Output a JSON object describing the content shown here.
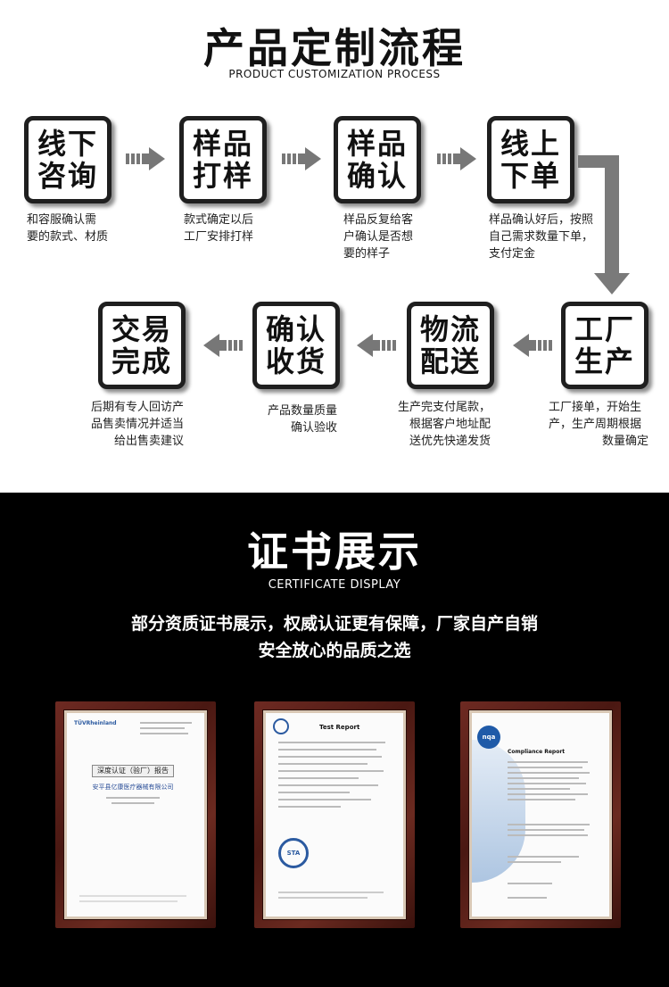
{
  "process": {
    "title": "产品定制流程",
    "subtitle": "PRODUCT CUSTOMIZATION PROCESS",
    "steps": [
      {
        "line1": "线下",
        "line2": "咨询",
        "desc": [
          "和容服确认需",
          "要的款式、材质"
        ]
      },
      {
        "line1": "样品",
        "line2": "打样",
        "desc": [
          "款式确定以后",
          "工厂安排打样"
        ]
      },
      {
        "line1": "样品",
        "line2": "确认",
        "desc": [
          "样品反复给客",
          "户确认是否想",
          "要的样子"
        ]
      },
      {
        "line1": "线上",
        "line2": "下单",
        "desc": [
          "样品确认好后，按照",
          "自己需求数量下单，",
          "支付定金"
        ]
      },
      {
        "line1": "工厂",
        "line2": "生产",
        "desc": [
          "工厂接单，开始生",
          "产，生产周期根据",
          "数量确定"
        ]
      },
      {
        "line1": "物流",
        "line2": "配送",
        "desc": [
          "生产完支付尾款，",
          "根据客户地址配",
          "送优先快递发货"
        ]
      },
      {
        "line1": "确认",
        "line2": "收货",
        "desc": [
          "产品数量质量",
          "确认验收"
        ]
      },
      {
        "line1": "交易",
        "line2": "完成",
        "desc": [
          "后期有专人回访产",
          "品售卖情况并适当",
          "给出售卖建议"
        ]
      }
    ]
  },
  "certificate": {
    "title": "证书展示",
    "subtitle": "CERTIFICATE DISPLAY",
    "line1": "部分资质证书展示，权威认证更有保障，厂家自产自销",
    "line2": "安全放心的品质之选",
    "cert1": {
      "logo": "TÜVRheinland",
      "title": "深度认证（验厂）报告",
      "company": "安平县亿康医疗器械有限公司"
    },
    "cert2": {
      "title": "Test Report",
      "seal": "STA"
    },
    "cert3": {
      "logo": "nqa",
      "title": "Compliance Report"
    }
  }
}
